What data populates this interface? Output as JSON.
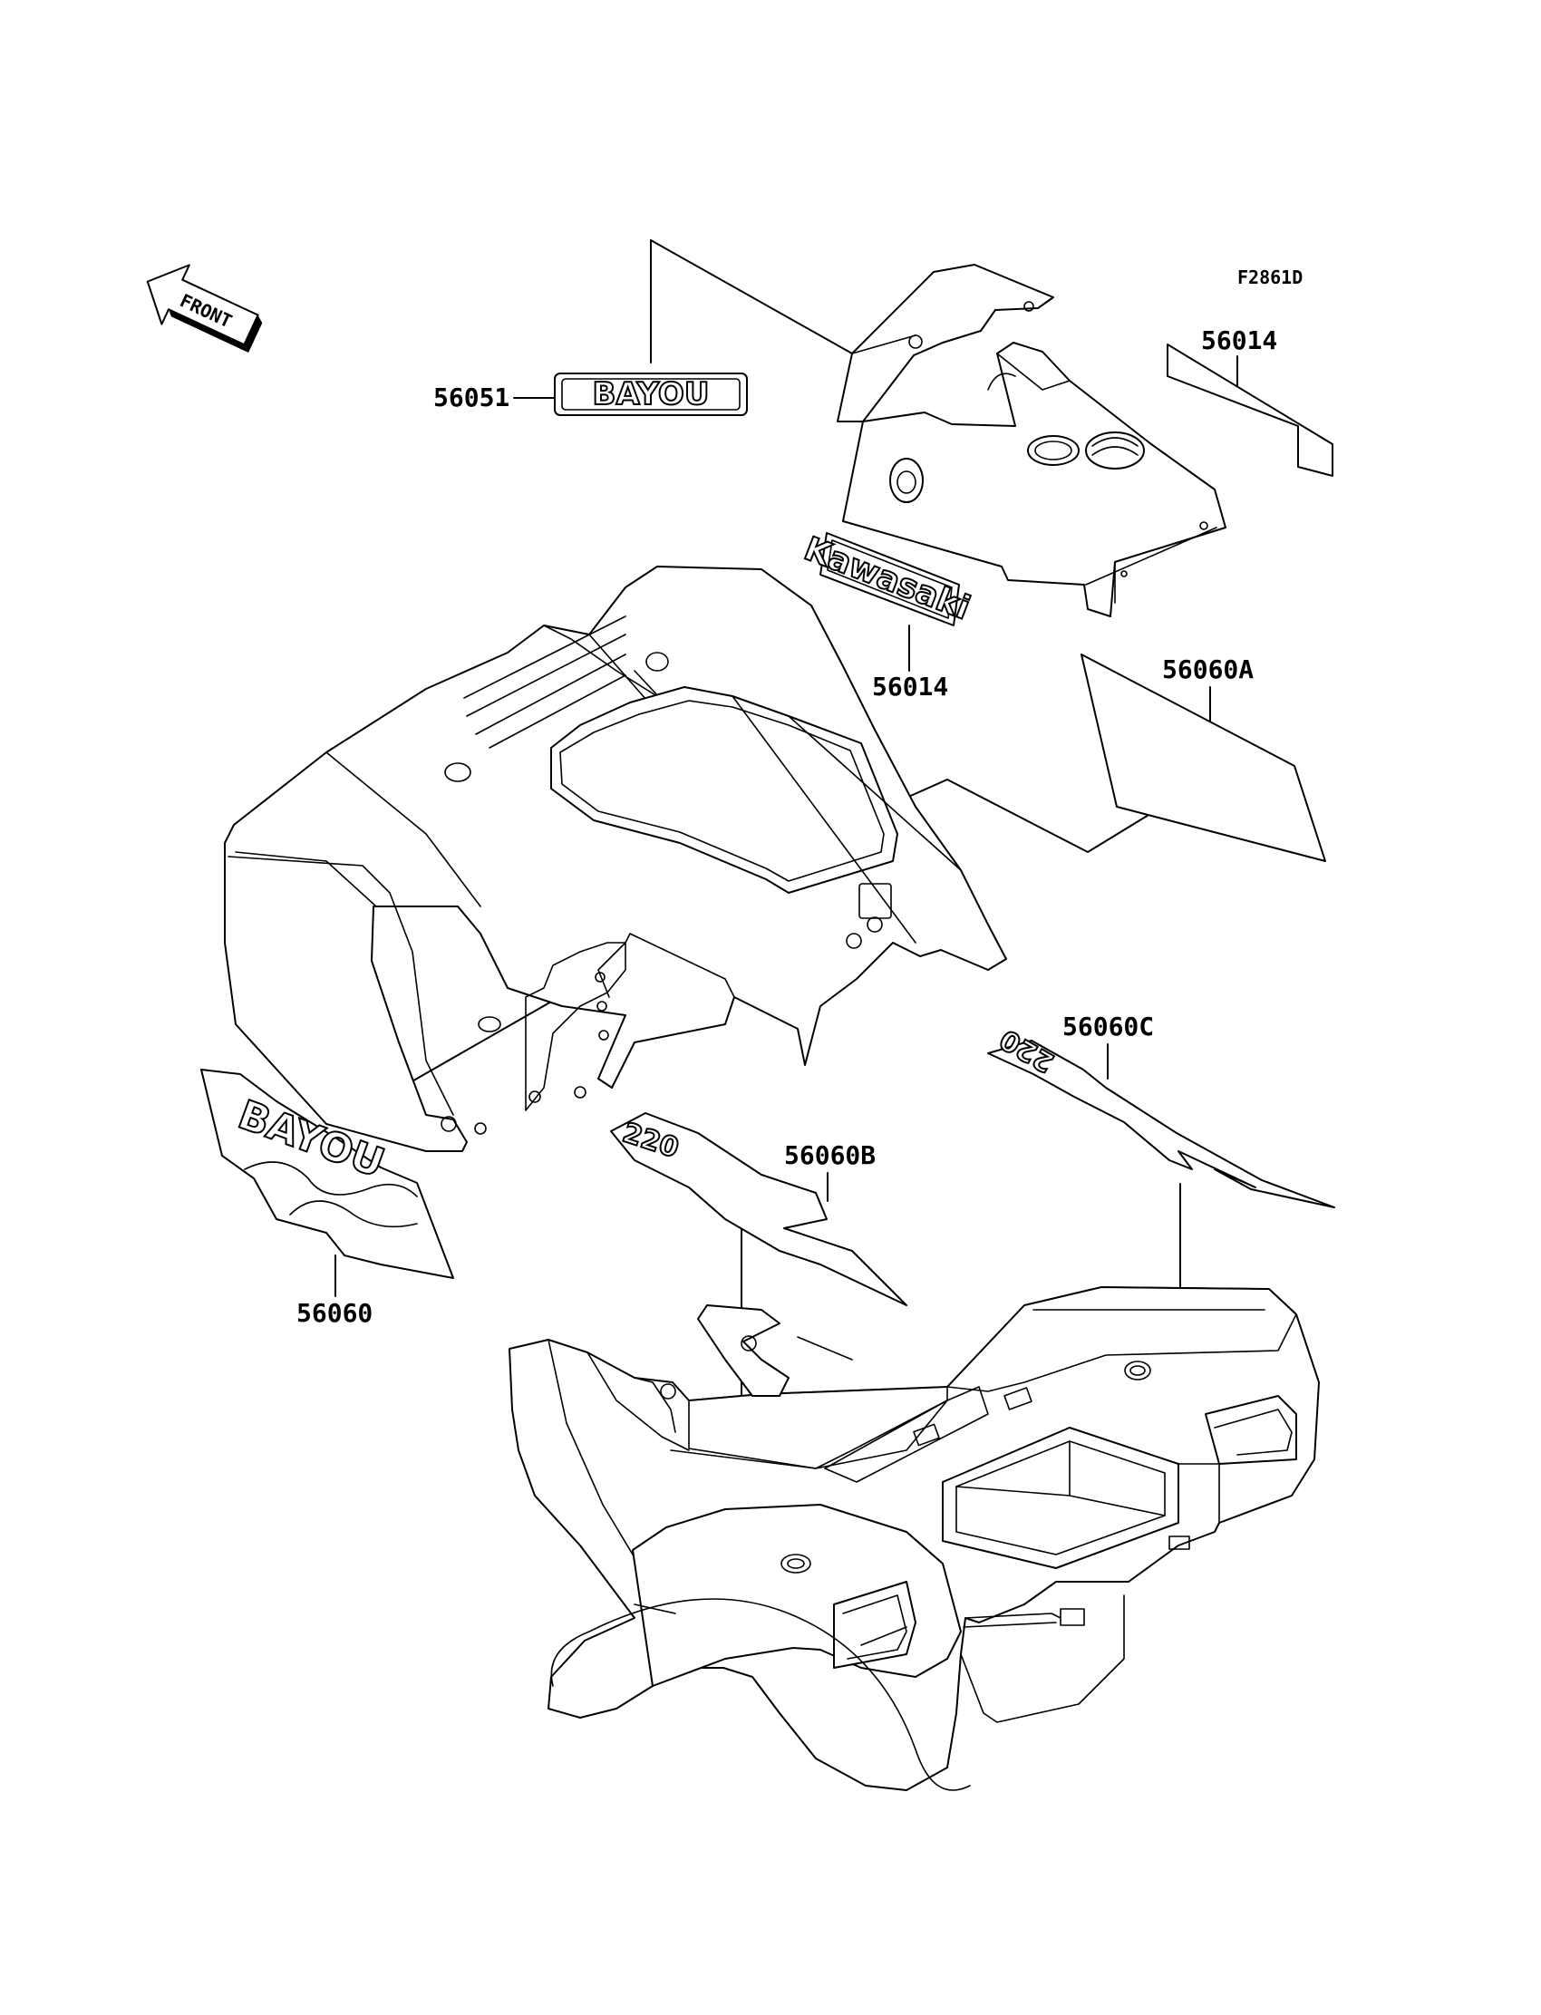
{
  "figure_id": "F2861D",
  "front_arrow": {
    "label": "FRONT"
  },
  "parts": [
    {
      "id": "p-56051",
      "number": "56051"
    },
    {
      "id": "p-56014-a",
      "number": "56014"
    },
    {
      "id": "p-56014-b",
      "number": "56014"
    },
    {
      "id": "p-56060A",
      "number": "56060A"
    },
    {
      "id": "p-56060C",
      "number": "56060C"
    },
    {
      "id": "p-56060B",
      "number": "56060B"
    },
    {
      "id": "p-56060",
      "number": "56060"
    }
  ],
  "decal_text": {
    "bayou_top": "BAYOU",
    "kawasaki": "Kawasaki",
    "bayou_side": "BAYOU",
    "model_b": "220",
    "model_c": "220"
  }
}
